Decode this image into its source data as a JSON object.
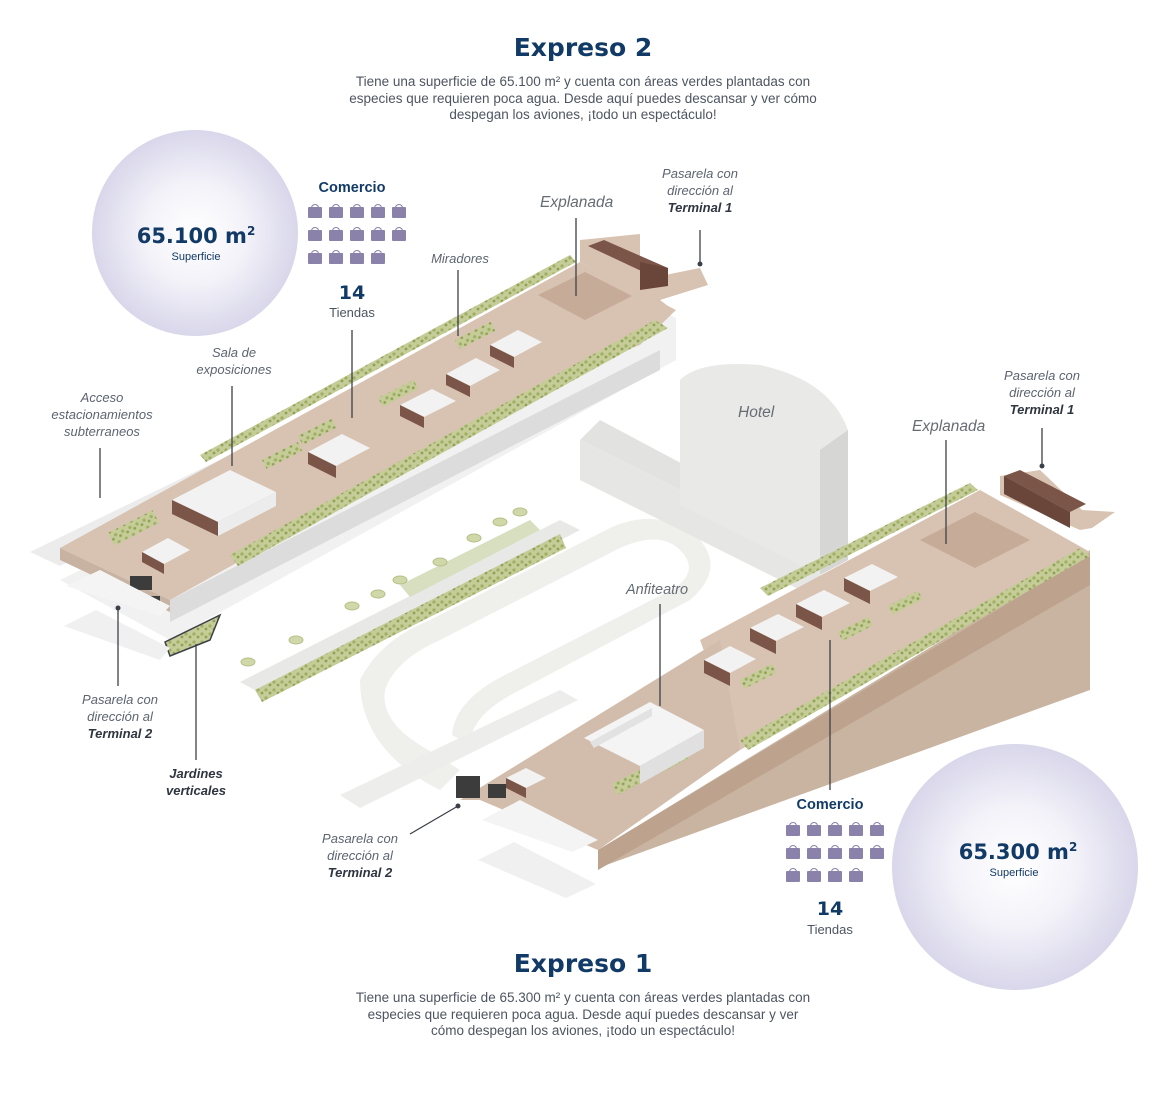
{
  "expreso2": {
    "title": "Expreso 2",
    "desc_lines": [
      "Tiene una superficie de 65.100 m² y cuenta con áreas verdes plantadas con",
      "especies que requieren poca agua. Desde aquí puedes descansar y ver cómo",
      "despegan los aviones, ¡todo un espectáculo!"
    ],
    "area_value": "65.100 m",
    "area_sup": "2",
    "area_label": "Superficie",
    "comercio_title": "Comercio",
    "tiendas_count": "14",
    "tiendas_label": "Tiendas"
  },
  "expreso1": {
    "title": "Expreso 1",
    "desc_lines": [
      "Tiene una superficie de 65.300 m² y cuenta con áreas verdes plantadas con",
      "especies que requieren poca agua. Desde aquí puedes descansar y ver",
      "cómo despegan los aviones, ¡todo un espectáculo!"
    ],
    "area_value": "65.300 m",
    "area_sup": "2",
    "area_label": "Superficie",
    "comercio_title": "Comercio",
    "tiendas_count": "14",
    "tiendas_label": "Tiendas"
  },
  "labels": {
    "explanada_top": "Explanada",
    "pasarela_t1_top": [
      "Pasarela con",
      "dirección al",
      "Terminal 1"
    ],
    "miradores": "Miradores",
    "sala": [
      "Sala de",
      "exposiciones"
    ],
    "acceso": [
      "Acceso",
      "estacionamientos",
      "subterraneos"
    ],
    "pasarela_t2_left": [
      "Pasarela con",
      "dirección al",
      "Terminal 2"
    ],
    "jardines": [
      "Jardines",
      "verticales"
    ],
    "hotel": "Hotel",
    "explanada_right": "Explanada",
    "pasarela_t1_right": [
      "Pasarela con",
      "dirección al",
      "Terminal 1"
    ],
    "anfiteatro": "Anfiteatro",
    "pasarela_t2_bottom": [
      "Pasarela con",
      "dirección al",
      "Terminal 2"
    ]
  },
  "colors": {
    "title": "#123a66",
    "bag": "#8a82aa",
    "deck": "#d8c3b2",
    "roof_green": "#b9c487",
    "building_dark": "#7b5547"
  }
}
